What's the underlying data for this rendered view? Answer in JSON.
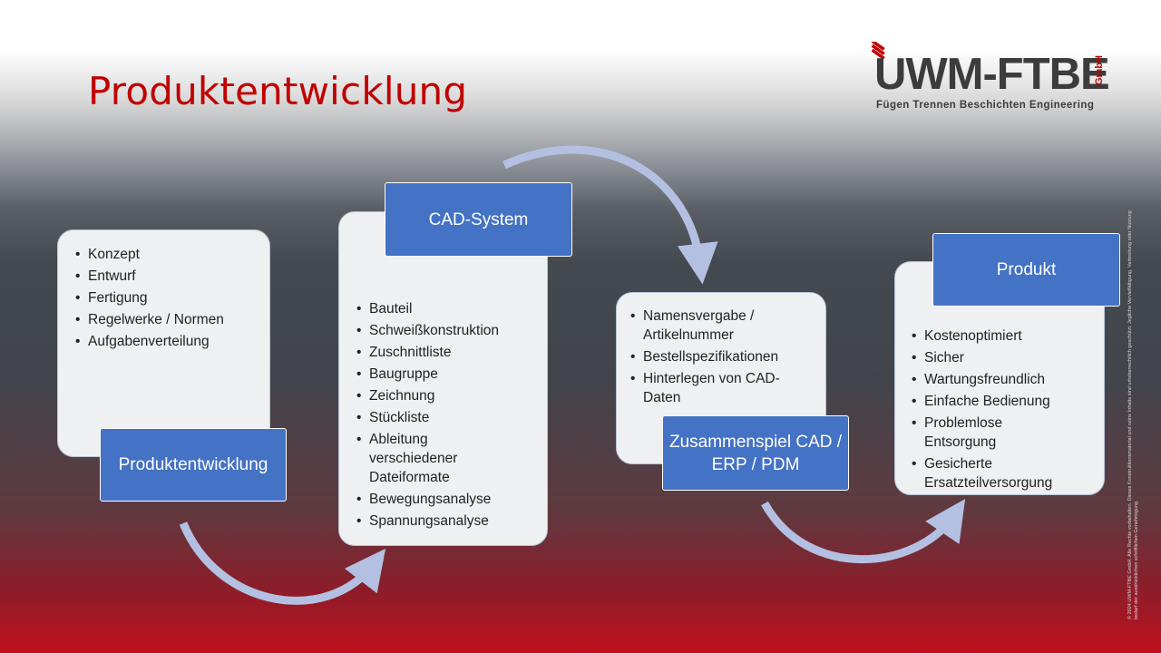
{
  "slide": {
    "title": "Produktentwicklung"
  },
  "logo": {
    "name": "UWM-FTBE",
    "suffix": "GmbH",
    "tagline": "Fügen Trennen Beschichten Engineering"
  },
  "process": {
    "steps": [
      {
        "label": "Produktentwicklung",
        "items": [
          "Konzept",
          "Entwurf",
          "Fertigung",
          "Regelwerke / Normen",
          "Aufgabenverteilung"
        ]
      },
      {
        "label": "CAD-System",
        "items": [
          "Bauteil",
          "Schweißkonstruktion",
          "Zuschnittliste",
          "Baugruppe",
          "Zeichnung",
          "Stückliste",
          "Ableitung verschiedener Dateiformate",
          "Bewegungsanalyse",
          "Spannungsanalyse"
        ]
      },
      {
        "label": "Zusammenspiel CAD / ERP / PDM",
        "items": [
          "Namensvergabe / Artikelnummer",
          "Bestellspezifikationen",
          "Hinterlegen von CAD-Daten"
        ]
      },
      {
        "label": "Produkt",
        "items": [
          "Kostenoptimiert",
          "Sicher",
          "Wartungsfreundlich",
          "Einfache Bedienung",
          "Problemlose Entsorgung",
          "Gesicherte Ersatzteilversorgung"
        ]
      }
    ]
  },
  "footer": {
    "copyright": "© 2024 UWM-FTBE GmbH. Alle Rechte vorbehalten. Dieses Konstruktionsmaterial und seine Inhalte sind urheberrechtlich geschützt. Jegliche Vervielfältigung, Verbreitung oder Nutzung bedarf der ausdrücklichen schriftlichen Genehmigung."
  },
  "colors": {
    "title": "#c00000",
    "label_fill": "#4472c4",
    "panel_fill": "#eff0f2",
    "arrow": "#b4c0e2"
  }
}
